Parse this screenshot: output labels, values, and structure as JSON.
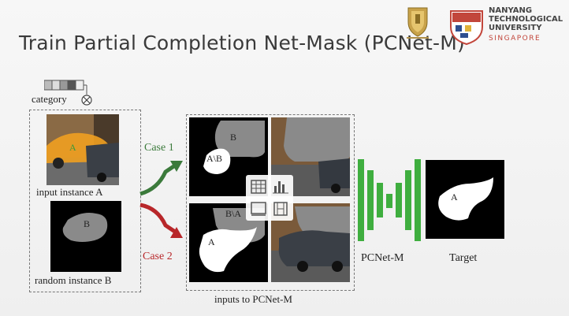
{
  "slide": {
    "title": "Train Partial Completion Net-Mask (PCNet-M)"
  },
  "logos": {
    "ntu_line1": "NANYANG",
    "ntu_line2": "TECHNOLOGICAL",
    "ntu_line3": "UNIVERSITY",
    "ntu_line4": "SINGAPORE"
  },
  "diagram": {
    "category_label": "category",
    "input_a_label": "input instance A",
    "random_b_label": "random instance B",
    "instance_a_tag": "A",
    "instance_b_tag": "B",
    "case1_label": "Case 1",
    "case2_label": "Case 2",
    "case1_b_tag": "B",
    "case1_anb_tag": "A\\B",
    "case2_bna_tag": "B\\A",
    "case2_a_tag": "A",
    "inputs_label": "inputs to PCNet-M",
    "net_label": "PCNet-M",
    "target_label": "Target",
    "target_tag": "A",
    "colors": {
      "case1": "#3b7a3b",
      "case2": "#b8272a",
      "net_bar": "#3fae3f"
    }
  },
  "toolbar": {
    "icons": [
      "table-icon",
      "bar-chart-icon",
      "screen-icon",
      "film-icon"
    ]
  }
}
